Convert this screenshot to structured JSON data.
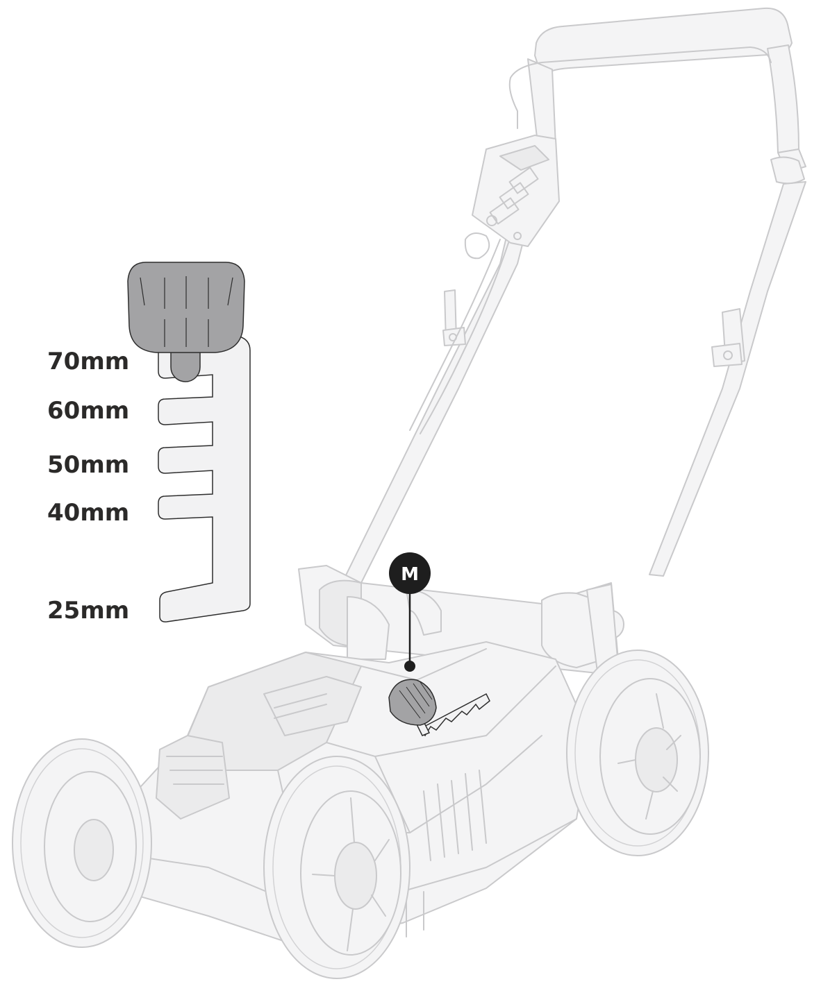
{
  "diagram": {
    "height_labels": [
      "70mm",
      "60mm",
      "50mm",
      "40mm",
      "25mm"
    ],
    "marker_label": "M",
    "colors": {
      "text": "#2b2a29",
      "marker_fill": "#1e1e1e",
      "marker_text": "#ffffff",
      "lever_fill": "#a3a3a5",
      "lever_stroke": "#2d2d2d",
      "gate_fill": "#f2f2f3",
      "gate_stroke": "#2d2d2d",
      "mower_outline": "#c9c9cb",
      "mower_fill": "#f4f4f5"
    }
  }
}
